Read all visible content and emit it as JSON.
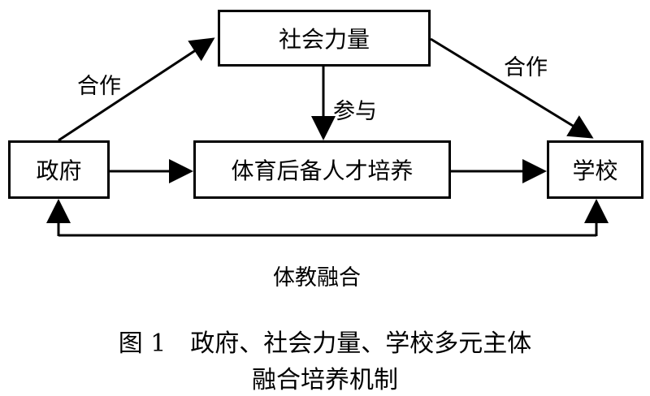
{
  "nodes": {
    "social": "社会力量",
    "government": "政府",
    "training": "体育后备人才培养",
    "school": "学校"
  },
  "edges": {
    "gov_social": "合作",
    "social_school": "合作",
    "social_training": "参与",
    "gov_school": "体教融合"
  },
  "caption": {
    "line1": "图 1　政府、社会力量、学校多元主体",
    "line2": "融合培养机制"
  }
}
